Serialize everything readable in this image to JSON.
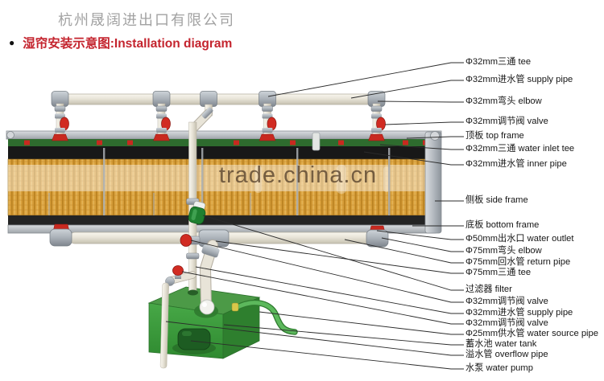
{
  "header": {
    "company_name": "杭州晟阔进出口有限公司",
    "bullet": "●",
    "title": "湿帘安装示意图:Installation diagram"
  },
  "watermark": "trade.china.cn",
  "callouts": [
    "Φ32mm三通 tee",
    "Φ32mm进水管 supply pipe",
    "Φ32mm弯头 elbow",
    "Φ32mm调节阀 valve",
    "顶板 top frame",
    "Φ32mm三通 water inlet tee",
    "Φ32mm进水管 inner pipe",
    "侧板 side frame",
    "底板 bottom frame",
    "Φ50mm出水口 water outlet",
    "Φ75mm弯头 elbow",
    "Φ75mm回水管 return pipe",
    "Φ75mm三通 tee",
    "过滤器 filter",
    "Φ32mm调节阀 valve",
    "Φ32mm进水管 supply pipe",
    "Φ32mm调节阀 valve",
    "Φ25mm供水管 water source pipe",
    "蓄水池 water tank",
    "溢水管 overflow pipe",
    "水泵 water pump"
  ],
  "colors": {
    "heading_red": "#c4242e",
    "company_gray": "#a2a2a2",
    "pad_orange": "#d79e3a",
    "valve_red": "#d12b22",
    "tank_green": "#3f9d3f",
    "pipe_white": "#e8e4d8",
    "frame_silver": "#b9bec2",
    "label_black": "#151515",
    "strip_green": "#2e6b2e"
  }
}
